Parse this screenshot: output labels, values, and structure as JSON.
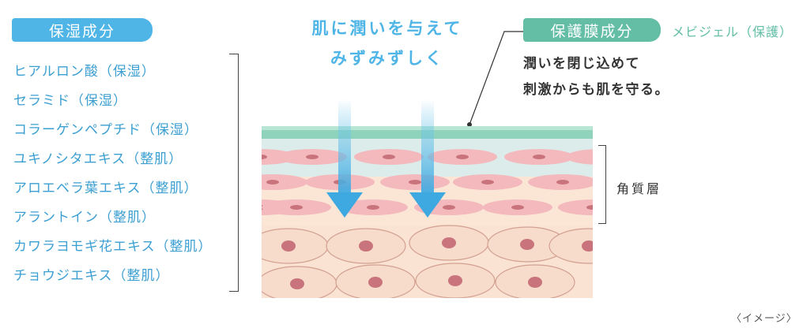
{
  "moisturizing": {
    "title": "保湿成分",
    "ingredients": [
      "ヒアルロン酸（保湿）",
      "セラミド（保湿）",
      "コラーゲンペプチド（保湿）",
      "ユキノシタエキス（整肌）",
      "アロエベラ葉エキス（整肌）",
      "アラントイン（整肌）",
      "カワラヨモギ花エキス（整肌）",
      "チョウジエキス（整肌）"
    ]
  },
  "headline": {
    "line1": "肌に潤いを与えて",
    "line2": "みずみずしく"
  },
  "protective": {
    "title": "保護膜成分",
    "ingredient": "メビジェル（保護）",
    "desc_line1": "潤いを閉じ込めて",
    "desc_line2": "刺激からも肌を守る。"
  },
  "layer_label": "角質層",
  "image_note": "〈イメージ〉",
  "colors": {
    "moisture_blue": "#4fb5e6",
    "protect_green": "#63bea5",
    "film_green": "#8fd3bc",
    "corneum_cell": "#f3b9bd",
    "cell_nucleus": "#c9747c",
    "lower_cell_fill": "#f7dccc"
  }
}
